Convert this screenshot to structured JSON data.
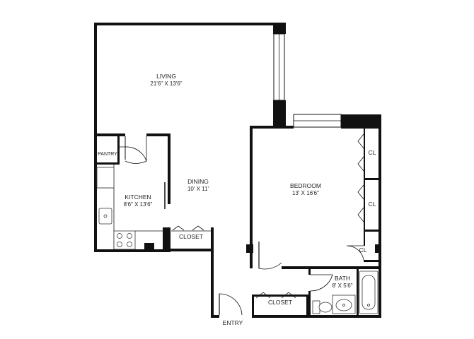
{
  "rooms": {
    "living": {
      "name": "LIVING",
      "dims": "21'6\" X 13'6\""
    },
    "dining": {
      "name": "DINING",
      "dims": "10' X 11'"
    },
    "kitchen": {
      "name": "KITCHEN",
      "dims": "8'6\" X 13'6\""
    },
    "bedroom": {
      "name": "BEDROOM",
      "dims": "13' X 16'6\""
    },
    "bath": {
      "name": "BATH",
      "dims": "8' X 5'6\""
    },
    "pantry": {
      "name": "PANTRY"
    },
    "closet_kitchen": {
      "name": "CLOSET"
    },
    "closet_entry": {
      "name": "CLOSET"
    },
    "cl_top": {
      "name": "CL"
    },
    "cl_mid": {
      "name": "CL"
    },
    "cl_bottom": {
      "name": "CL"
    },
    "entry": {
      "name": "ENTRY"
    }
  },
  "colors": {
    "wall": "#111111",
    "background": "#ffffff"
  }
}
